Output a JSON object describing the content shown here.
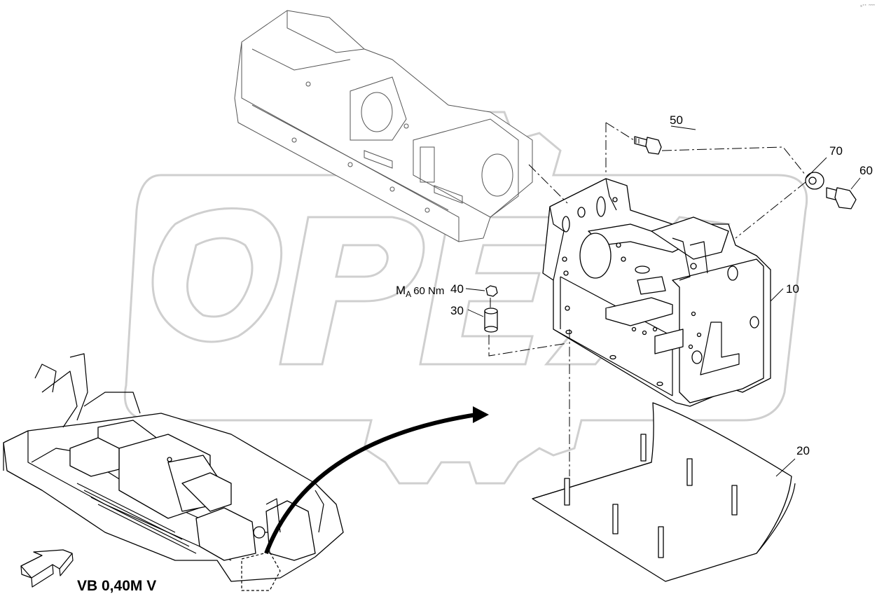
{
  "watermark": {
    "text": "OPEX"
  },
  "corner_mark": "s²⁰ ᴹᴹᴹ",
  "callouts": {
    "c10": "10",
    "c20": "20",
    "c30": "30",
    "c40": "40",
    "c50": "50",
    "c60": "60",
    "c70": "70"
  },
  "torque": {
    "prefix": "M",
    "subscript": "A",
    "value": "60 Nm"
  },
  "model_code": "VB 0,40M V",
  "icons": [
    "view-direction-arrow-icon",
    "leader-arrow-icon"
  ]
}
